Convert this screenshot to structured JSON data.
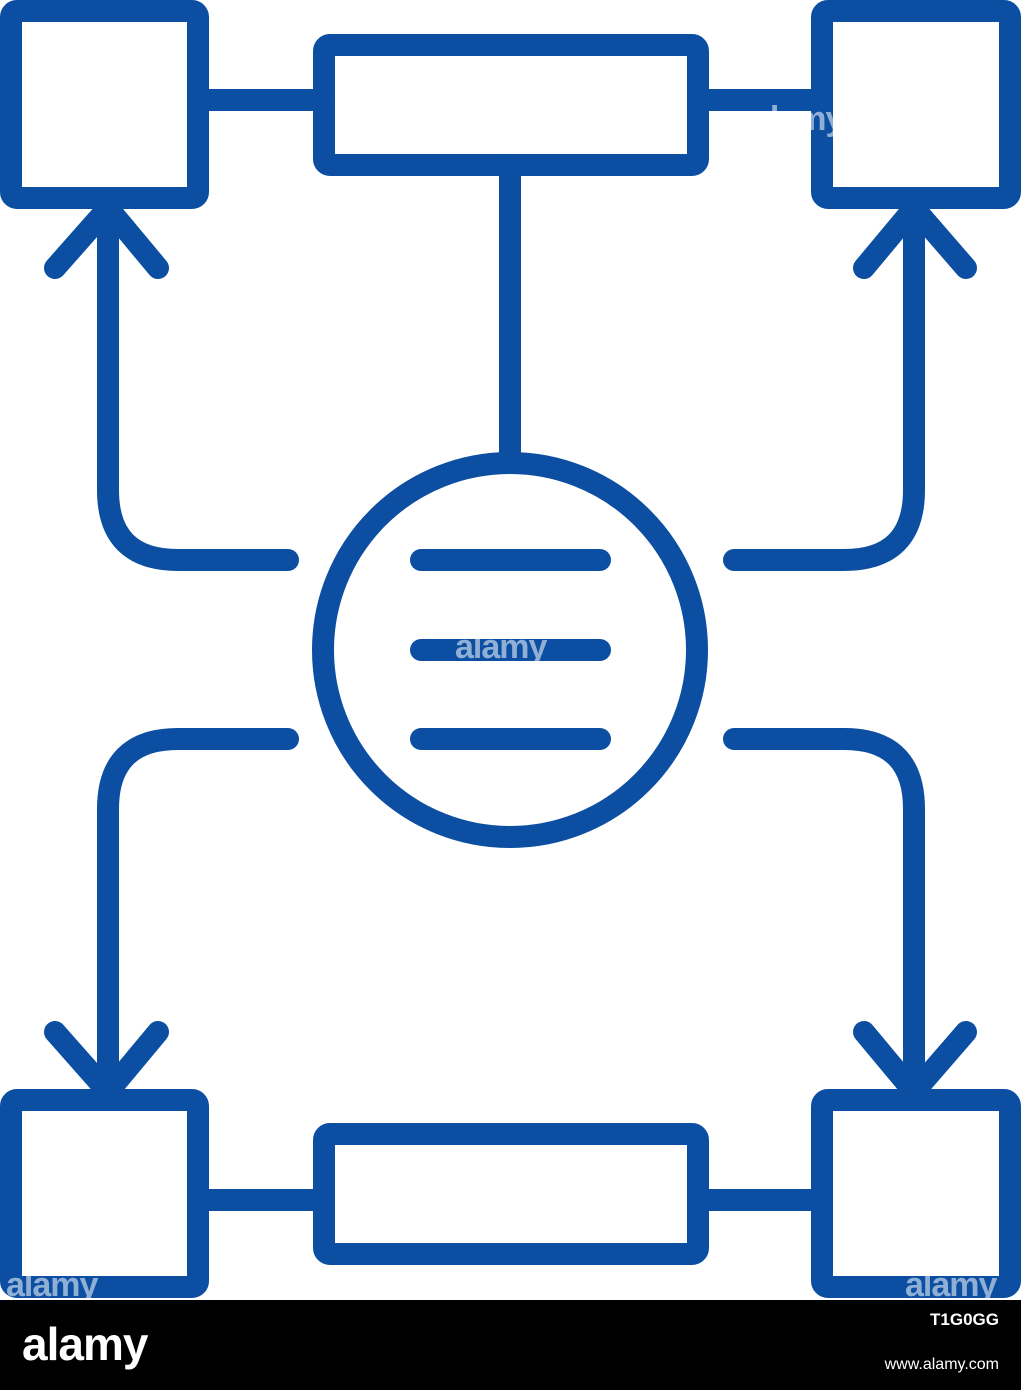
{
  "icon": {
    "name": "flowchart-line-icon",
    "stroke_color": "#0b4ea2",
    "background": "#ffffff"
  },
  "watermark": {
    "text": "alamy"
  },
  "footer": {
    "brand": "alamy",
    "image_id": "T1G0GG",
    "url": "www.alamy.com",
    "background": "#000000",
    "text_color": "#ffffff"
  }
}
